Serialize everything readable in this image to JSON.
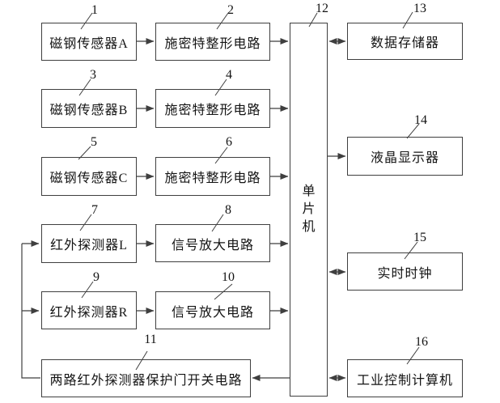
{
  "diagram": {
    "type": "block-diagram",
    "language": "zh-CN",
    "colors": {
      "background": "#ffffff",
      "line": "#3f3f3f",
      "text": "#141414"
    },
    "blocks": [
      {
        "ref": "1",
        "label": "磁钢传感器A"
      },
      {
        "ref": "2",
        "label": "施密特整形电路"
      },
      {
        "ref": "3",
        "label": "磁钢传感器B"
      },
      {
        "ref": "4",
        "label": "施密特整形电路"
      },
      {
        "ref": "5",
        "label": "磁钢传感器C"
      },
      {
        "ref": "6",
        "label": "施密特整形电路"
      },
      {
        "ref": "7",
        "label": "红外探测器L"
      },
      {
        "ref": "8",
        "label": "信号放大电路"
      },
      {
        "ref": "9",
        "label": "红外探测器R"
      },
      {
        "ref": "10",
        "label": "信号放大电路"
      },
      {
        "ref": "11",
        "label": "两路红外探测器保护门开关电路"
      },
      {
        "ref": "12",
        "label": "单片机"
      },
      {
        "ref": "13",
        "label": "数据存储器"
      },
      {
        "ref": "14",
        "label": "液晶显示器"
      },
      {
        "ref": "15",
        "label": "实时时钟"
      },
      {
        "ref": "16",
        "label": "工业控制计算机"
      }
    ],
    "connections": [
      {
        "from": "1",
        "to": "2",
        "type": "arrow"
      },
      {
        "from": "2",
        "to": "12",
        "type": "arrow"
      },
      {
        "from": "3",
        "to": "4",
        "type": "arrow"
      },
      {
        "from": "4",
        "to": "12",
        "type": "arrow"
      },
      {
        "from": "5",
        "to": "6",
        "type": "arrow"
      },
      {
        "from": "6",
        "to": "12",
        "type": "arrow"
      },
      {
        "from": "7",
        "to": "8",
        "type": "arrow"
      },
      {
        "from": "8",
        "to": "12",
        "type": "arrow"
      },
      {
        "from": "9",
        "to": "10",
        "type": "arrow"
      },
      {
        "from": "10",
        "to": "12",
        "type": "arrow"
      },
      {
        "from": "12",
        "to": "11",
        "type": "arrow"
      },
      {
        "from": "11",
        "to": "7",
        "type": "arrow"
      },
      {
        "from": "11",
        "to": "9",
        "type": "arrow"
      },
      {
        "from": "12",
        "to": "13",
        "type": "bidirectional"
      },
      {
        "from": "12",
        "to": "14",
        "type": "arrow"
      },
      {
        "from": "12",
        "to": "15",
        "type": "bidirectional"
      },
      {
        "from": "12",
        "to": "16",
        "type": "bidirectional"
      }
    ]
  }
}
